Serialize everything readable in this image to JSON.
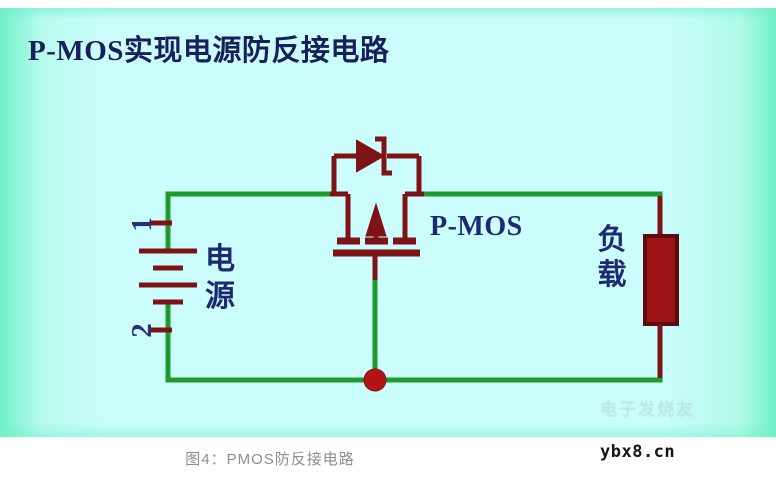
{
  "figure": {
    "title": "P-MOS实现电源防反接电路",
    "caption": "图4：PMOS防反接电路",
    "site_watermark": "ybx8.cn",
    "panel_watermark": "电子发烧友"
  },
  "colors": {
    "background_edge": "#6ff0c8",
    "background_center": "#ccfdfd",
    "wire_green": "#1f9b2e",
    "component_red": "#7e1216",
    "load_fill": "#9d1316",
    "label_blue": "#1d2a72",
    "title_blue": "#18205c",
    "junction_dot": "#b21418",
    "caption_gray": "#8d8d8d",
    "page_white": "#ffffff"
  },
  "circuit": {
    "components": [
      {
        "id": "battery",
        "type": "battery",
        "label": "电源",
        "terminals": [
          {
            "name": "positive",
            "number": "1"
          },
          {
            "name": "negative",
            "number": "2"
          }
        ],
        "plate_count": 3
      },
      {
        "id": "pmos",
        "type": "p-channel-mosfet",
        "label": "P-MOS",
        "has_body_diode": true,
        "body_diode_direction": "source-to-drain",
        "pins": [
          "source",
          "gate",
          "drain",
          "body"
        ]
      },
      {
        "id": "load",
        "type": "resistor-load",
        "label": "负载"
      },
      {
        "id": "ground-junction",
        "type": "junction-dot"
      }
    ],
    "nets": [
      {
        "name": "vbat-plus",
        "from": "battery.positive",
        "to": "pmos.source",
        "color": "#1f9b2e"
      },
      {
        "name": "vout",
        "from": "pmos.drain",
        "to": "load.top",
        "color": "#1f9b2e"
      },
      {
        "name": "gnd",
        "from": "battery.negative",
        "to": "load.bottom",
        "color": "#1f9b2e"
      },
      {
        "name": "gate-to-gnd",
        "from": "pmos.gate",
        "to": "ground-junction",
        "color": "#1f9b2e"
      }
    ]
  }
}
